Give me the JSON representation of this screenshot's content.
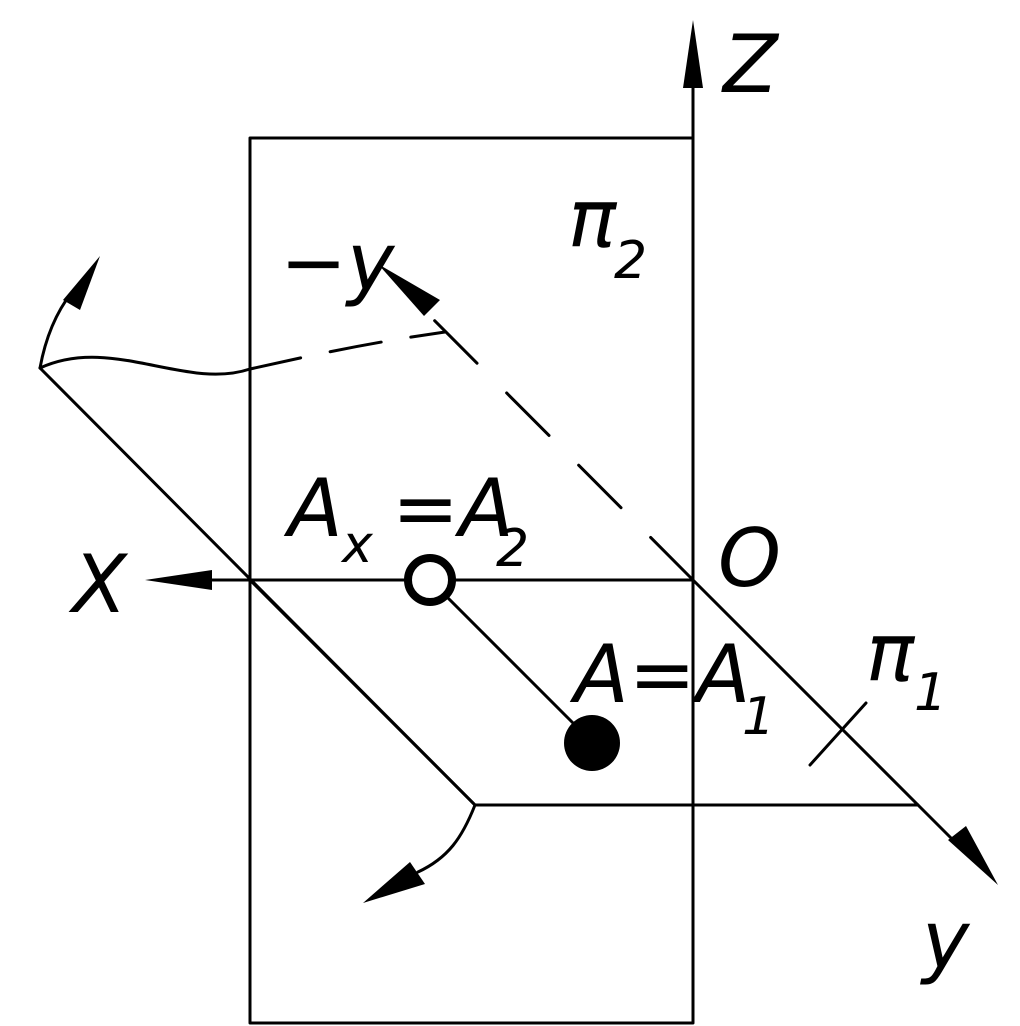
{
  "labels": {
    "z_axis": "Z",
    "x_axis": "X",
    "y_axis": "y",
    "neg_y_axis": "−y",
    "origin": "O",
    "plane2_letter": "π",
    "plane2_index": "2",
    "plane1_letter": "π",
    "plane1_index": "1",
    "ax_base": "A",
    "ax_sub": "x",
    "ax_eq": "=A",
    "ax_sub2": "2",
    "a_base": "A=A",
    "a_sub": "1"
  },
  "points": [
    {
      "name": "A_x = A_2",
      "style": "open-circle"
    },
    {
      "name": "A = A_1",
      "style": "filled-circle"
    }
  ],
  "colors": {
    "ink": "#000000",
    "paper": "#ffffff"
  }
}
